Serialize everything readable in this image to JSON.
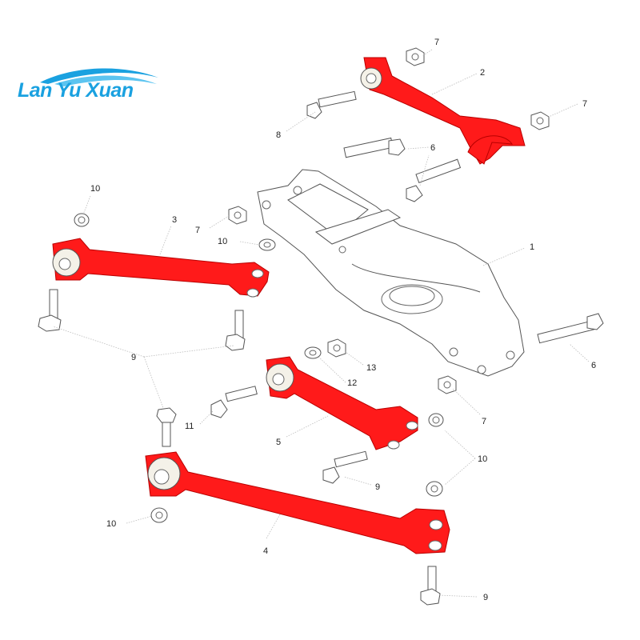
{
  "logo": {
    "text": "Lan Yu Xuan",
    "color": "#1aa1e0"
  },
  "colors": {
    "arm": "#ff1a1a",
    "outline": "#555555",
    "leader": "#bdbdbd"
  },
  "callouts": [
    {
      "id": "c1",
      "label": "1"
    },
    {
      "id": "c2",
      "label": "2"
    },
    {
      "id": "c3",
      "label": "3"
    },
    {
      "id": "c4",
      "label": "4"
    },
    {
      "id": "c5",
      "label": "5"
    },
    {
      "id": "c6a",
      "label": "6"
    },
    {
      "id": "c6b",
      "label": "6"
    },
    {
      "id": "c7a",
      "label": "7"
    },
    {
      "id": "c7b",
      "label": "7"
    },
    {
      "id": "c7c",
      "label": "7"
    },
    {
      "id": "c7d",
      "label": "7"
    },
    {
      "id": "c8",
      "label": "8"
    },
    {
      "id": "c9a",
      "label": "9"
    },
    {
      "id": "c9b",
      "label": "9"
    },
    {
      "id": "c9c",
      "label": "9"
    },
    {
      "id": "c10a",
      "label": "10"
    },
    {
      "id": "c10b",
      "label": "10"
    },
    {
      "id": "c10c",
      "label": "10"
    },
    {
      "id": "c10d",
      "label": "10"
    },
    {
      "id": "c11",
      "label": "11"
    },
    {
      "id": "c12",
      "label": "12"
    },
    {
      "id": "c13",
      "label": "13"
    }
  ]
}
